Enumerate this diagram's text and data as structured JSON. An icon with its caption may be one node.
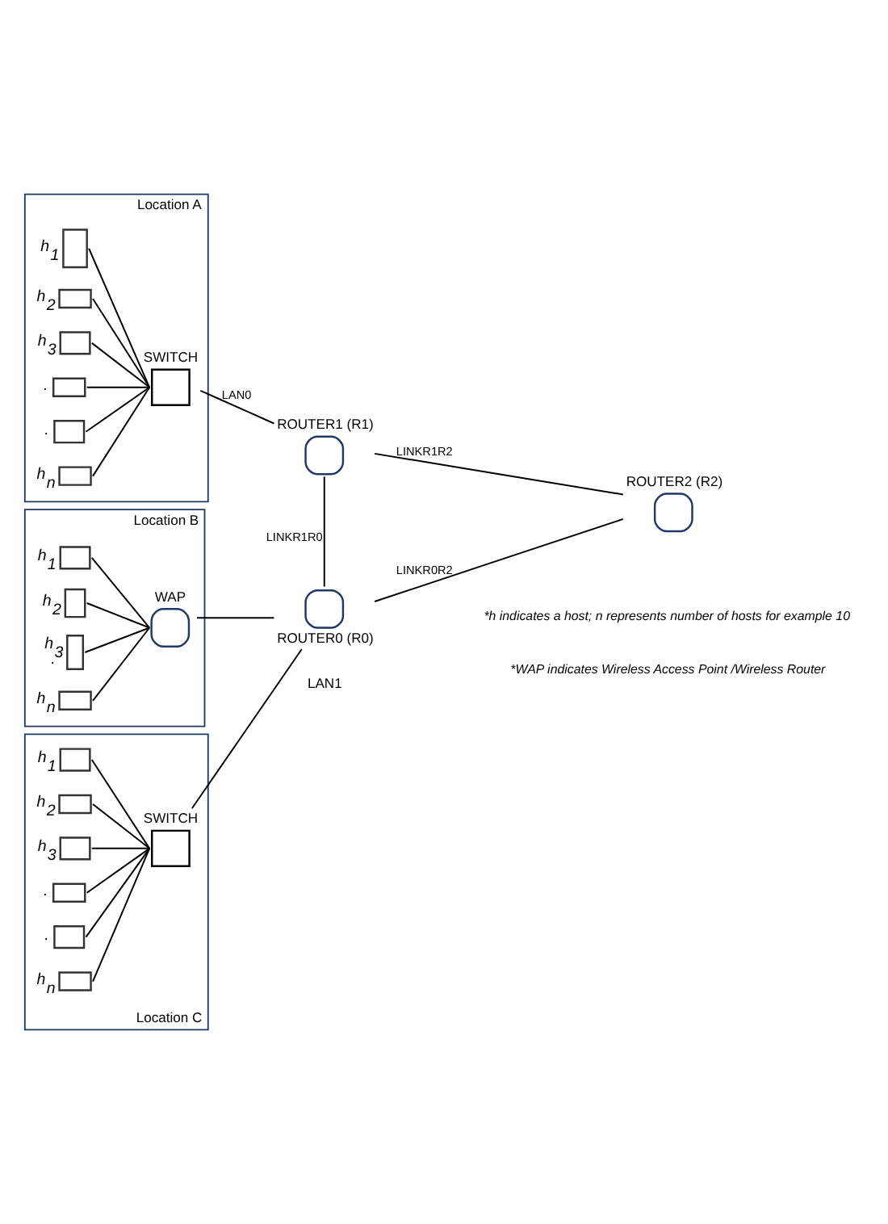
{
  "diagram": {
    "nodes": [
      {
        "text": [
          "Location A"
        ]
      },
      {
        "text": [],
        "shape": "server",
        "in": 0,
        "beside": [
          "h$_{1}$"
        ]
      },
      {
        "text": [],
        "shape": "laptop",
        "in": 0,
        "beside": [
          "h$_{2}$"
        ]
      },
      {
        "text": [],
        "shape": "monitor",
        "in": 0,
        "beside": [
          "h$_{3}$"
        ]
      },
      {
        "text": [],
        "shape": "laptop",
        "in": 0,
        "beside": [
          "."
        ]
      },
      {
        "text": [],
        "shape": "monitor",
        "in": 0,
        "beside": [
          "."
        ]
      },
      {
        "text": [],
        "shape": "laptop",
        "in": 0,
        "beside": [
          "h$_{n}$"
        ]
      },
      {
        "text": [
          "SWITCH"
        ],
        "in": 0
      },
      {
        "text": [
          "Location B"
        ]
      },
      {
        "text": [],
        "shape": "monitor",
        "in": 8,
        "beside": [
          "h$_{1}$"
        ]
      },
      {
        "text": [],
        "shape": "tablet",
        "in": 8,
        "beside": [
          "h$_{2}$"
        ]
      },
      {
        "text": [],
        "shape": "phone",
        "in": 8,
        "beside": [
          "h$_{3}$",
          "."
        ]
      },
      {
        "text": [],
        "shape": "laptop",
        "in": 8,
        "beside": [
          "h$_{n}$"
        ]
      },
      {
        "text": [
          "WAP"
        ],
        "in": 8
      },
      {
        "text": [
          "Location C"
        ]
      },
      {
        "text": [],
        "shape": "monitor",
        "in": 14,
        "beside": [
          "h$_{1}$"
        ]
      },
      {
        "text": [],
        "shape": "laptop",
        "in": 14,
        "beside": [
          "h$_{2}$"
        ]
      },
      {
        "text": [],
        "shape": "monitor",
        "in": 14,
        "beside": [
          "h$_{3}$"
        ]
      },
      {
        "text": [],
        "shape": "laptop",
        "in": 14,
        "beside": [
          "."
        ]
      },
      {
        "text": [],
        "shape": "monitor",
        "in": 14,
        "beside": [
          "."
        ]
      },
      {
        "text": [],
        "shape": "laptop",
        "in": 14,
        "beside": [
          "h$_{n}$"
        ]
      },
      {
        "text": [
          "SWITCH"
        ],
        "in": 14
      },
      {
        "text": [
          "ROUTER1 (R1)"
        ]
      },
      {
        "text": [
          "ROUTER2 (R2)"
        ]
      },
      {
        "text": [
          "ROUTER0 (R0)"
        ]
      }
    ],
    "edges": [
      {
        "from": 1,
        "to": 7,
        "arrow": "none"
      },
      {
        "from": 2,
        "to": 7,
        "arrow": "none"
      },
      {
        "from": 3,
        "to": 7,
        "arrow": "none"
      },
      {
        "from": 4,
        "to": 7,
        "arrow": "none"
      },
      {
        "from": 5,
        "to": 7,
        "arrow": "none"
      },
      {
        "from": 6,
        "to": 7,
        "arrow": "none"
      },
      {
        "from": 9,
        "to": 13,
        "arrow": "none"
      },
      {
        "from": 10,
        "to": 13,
        "arrow": "none"
      },
      {
        "from": 11,
        "to": 13,
        "arrow": "none"
      },
      {
        "from": 12,
        "to": 13,
        "arrow": "none"
      },
      {
        "from": 15,
        "to": 21,
        "arrow": "none"
      },
      {
        "from": 16,
        "to": 21,
        "arrow": "none"
      },
      {
        "from": 17,
        "to": 21,
        "arrow": "none"
      },
      {
        "from": 18,
        "to": 21,
        "arrow": "none"
      },
      {
        "from": 19,
        "to": 21,
        "arrow": "none"
      },
      {
        "from": 20,
        "to": 21,
        "arrow": "none"
      },
      {
        "from": 7,
        "to": 22,
        "arrow": "none",
        "label": "LAN0"
      },
      {
        "from": 22,
        "to": 23,
        "arrow": "none",
        "label": "LINKR1R2"
      },
      {
        "from": 22,
        "to": 24,
        "arrow": "none",
        "label": "LINKR1R0"
      },
      {
        "from": 13,
        "to": 24,
        "arrow": "none"
      },
      {
        "from": 21,
        "to": 24,
        "arrow": "none"
      },
      {
        "from": 24,
        "to": 23,
        "arrow": "none",
        "label": "LINKR0R2"
      }
    ],
    "labels": [
      "LAN1",
      "*h indicates a host; n represents number of hosts for example 10",
      "*WAP indicates Wireless Access Point /Wireless Router"
    ]
  }
}
